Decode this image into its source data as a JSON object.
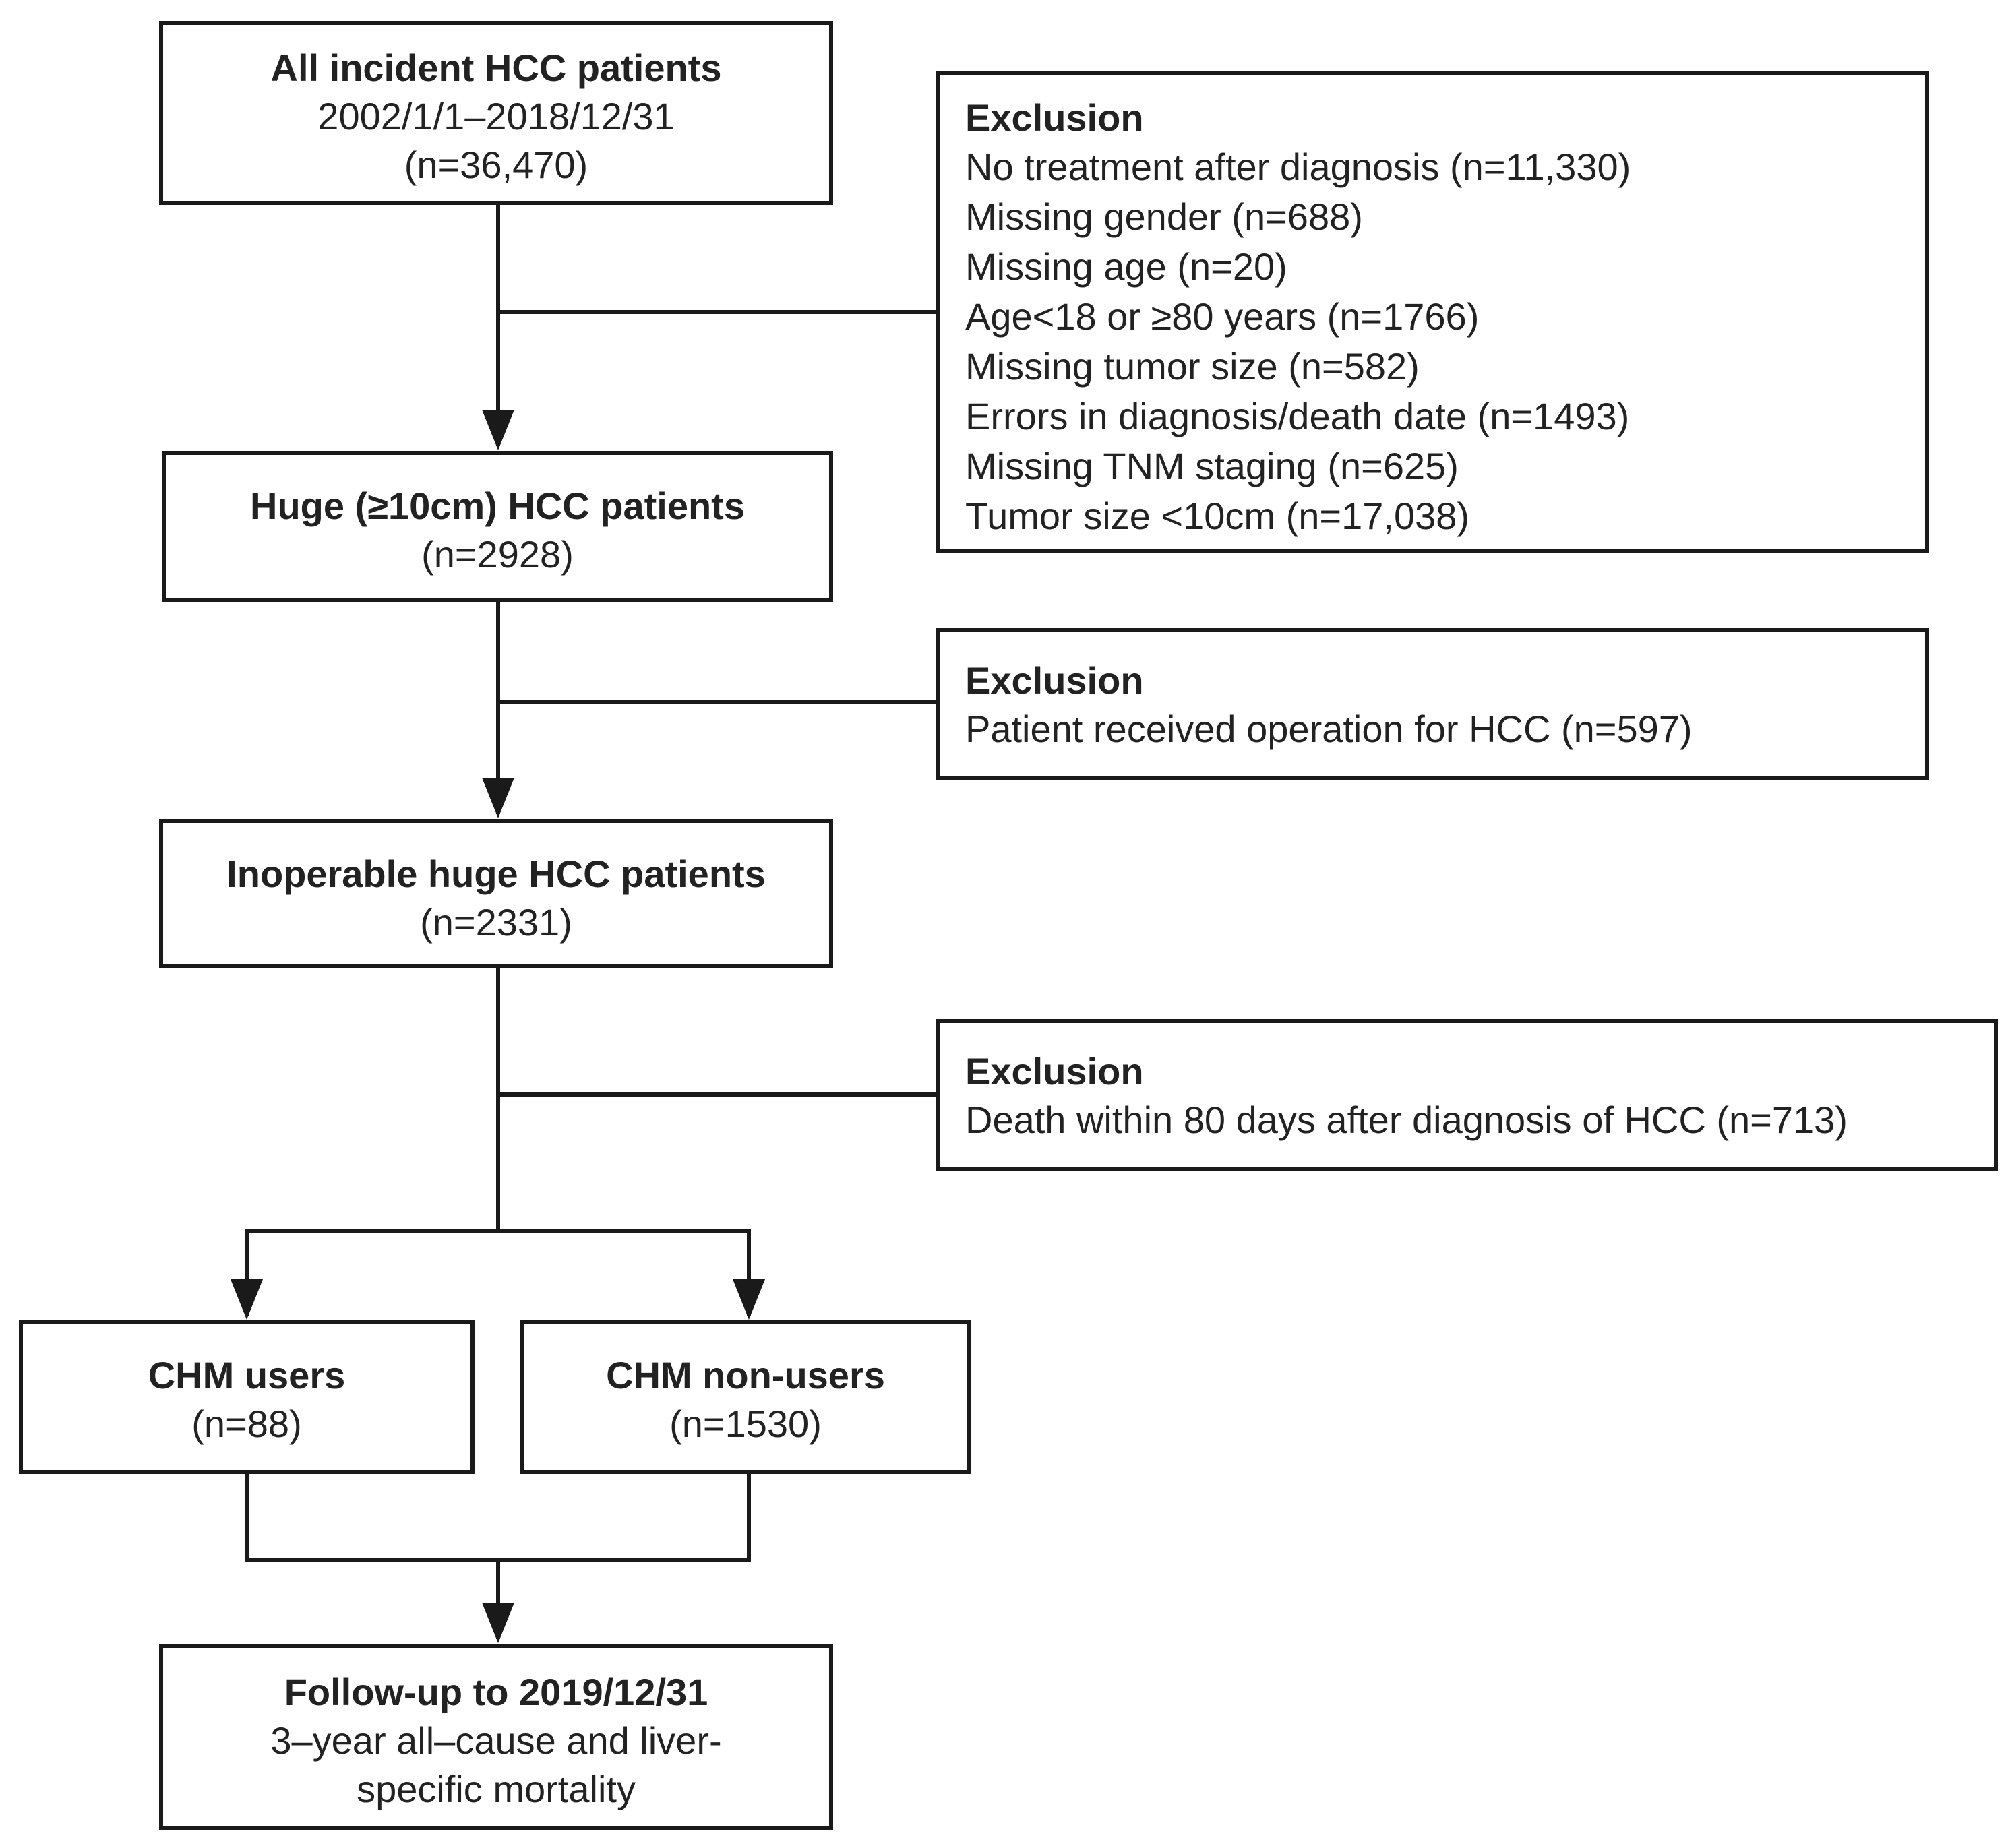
{
  "start": {
    "title": "All incident HCC patients",
    "lines": [
      "2002/1/1–2018/12/31",
      "(n=36,470)"
    ]
  },
  "exclusion1": {
    "title": "Exclusion",
    "items": [
      "No treatment after diagnosis (n=11,330)",
      "Missing gender (n=688)",
      "Missing age (n=20)",
      "Age<18 or ≥80 years (n=1766)",
      "Missing tumor size (n=582)",
      "Errors in diagnosis/death date (n=1493)",
      "Missing TNM staging (n=625)",
      "Tumor size <10cm (n=17,038)"
    ]
  },
  "huge": {
    "title": "Huge (≥10cm) HCC patients",
    "lines": [
      "(n=2928)"
    ]
  },
  "exclusion2": {
    "title": "Exclusion",
    "items": [
      "Patient received operation for HCC (n=597)"
    ]
  },
  "inoperable": {
    "title": "Inoperable huge HCC patients",
    "lines": [
      "(n=2331)"
    ]
  },
  "exclusion3": {
    "title": "Exclusion",
    "items": [
      "Death within 80 days after diagnosis of HCC (n=713)"
    ]
  },
  "users": {
    "title": "CHM users",
    "lines": [
      "(n=88)"
    ]
  },
  "nonusers": {
    "title": "CHM non-users",
    "lines": [
      "(n=1530)"
    ]
  },
  "followup": {
    "title": "Follow-up to 2019/12/31",
    "lines": [
      "3–year all–cause and liver-",
      "specific mortality"
    ]
  }
}
